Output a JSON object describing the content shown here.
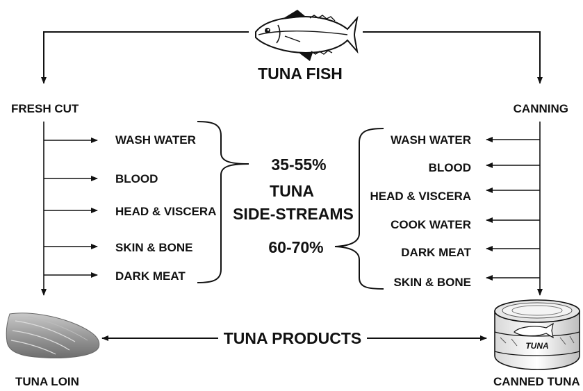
{
  "title": "TUNA FISH",
  "left_branch": {
    "label": "FRESH CUT",
    "streams": [
      "WASH WATER",
      "BLOOD",
      "HEAD & VISCERA",
      "SKIN & BONE",
      "DARK MEAT"
    ],
    "product": "TUNA LOIN"
  },
  "right_branch": {
    "label": "CANNING",
    "streams": [
      "WASH WATER",
      "BLOOD",
      "HEAD & VISCERA",
      "COOK WATER",
      "DARK MEAT",
      "SKIN & BONE"
    ],
    "product": "CANNED TUNA"
  },
  "center": {
    "fresh_pct": "35-55%",
    "side_line1": "TUNA",
    "side_line2": "SIDE-STREAMS",
    "canning_pct": "60-70%"
  },
  "products_label": "TUNA PRODUCTS",
  "can_label": "TUNA",
  "icons": [
    "tuna-fish-icon",
    "tuna-loin-icon",
    "canned-tuna-icon"
  ]
}
